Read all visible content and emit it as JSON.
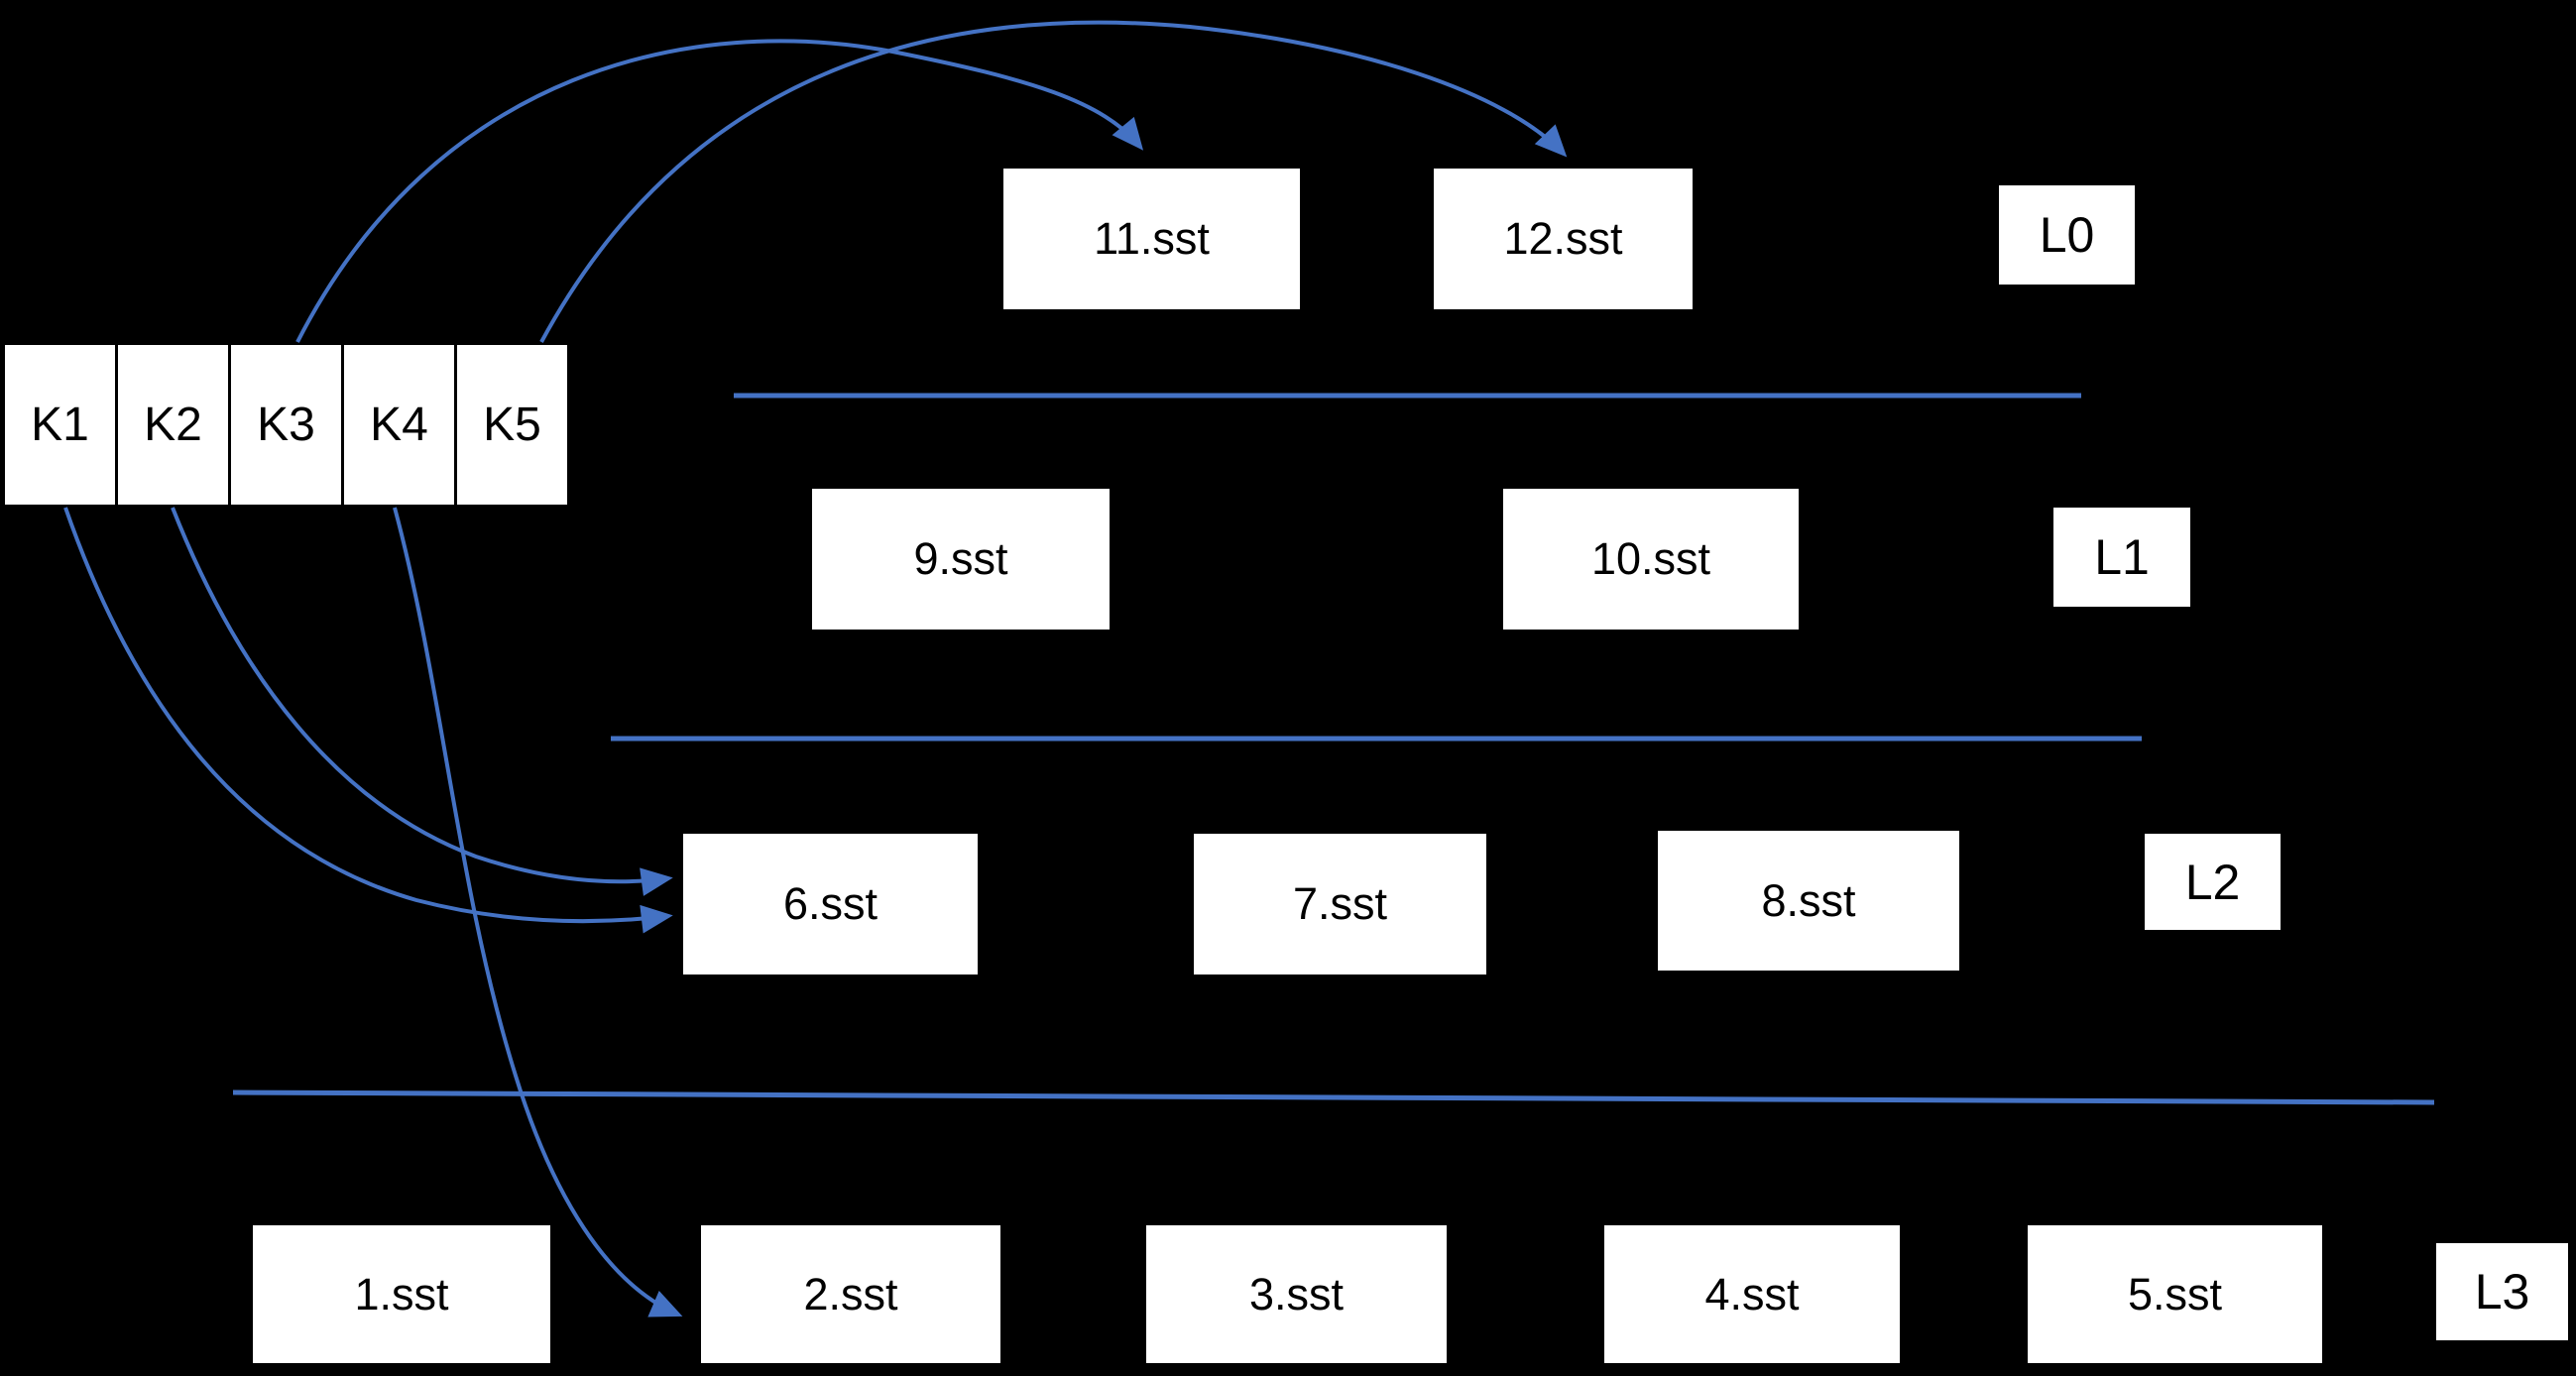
{
  "colors": {
    "background": "#000000",
    "box_fill": "#ffffff",
    "box_border": "#000000",
    "box_text": "#000000",
    "connector_blue": "#4472C4"
  },
  "key_row": {
    "keys": [
      "K1",
      "K2",
      "K3",
      "K4",
      "K5"
    ]
  },
  "levels": [
    {
      "label": "L0",
      "files": [
        "11.sst",
        "12.sst"
      ]
    },
    {
      "label": "L1",
      "files": [
        "9.sst",
        "10.sst"
      ]
    },
    {
      "label": "L2",
      "files": [
        "6.sst",
        "7.sst",
        "8.sst"
      ]
    },
    {
      "label": "L3",
      "files": [
        "1.sst",
        "2.sst",
        "3.sst",
        "4.sst",
        "5.sst"
      ]
    }
  ],
  "arrows": [
    {
      "from": "K3",
      "to": "11.sst"
    },
    {
      "from": "K5",
      "to": "12.sst"
    },
    {
      "from": "K2",
      "to": "6.sst"
    },
    {
      "from": "K1",
      "to": "6.sst"
    },
    {
      "from": "K4",
      "to": "2.sst"
    }
  ]
}
